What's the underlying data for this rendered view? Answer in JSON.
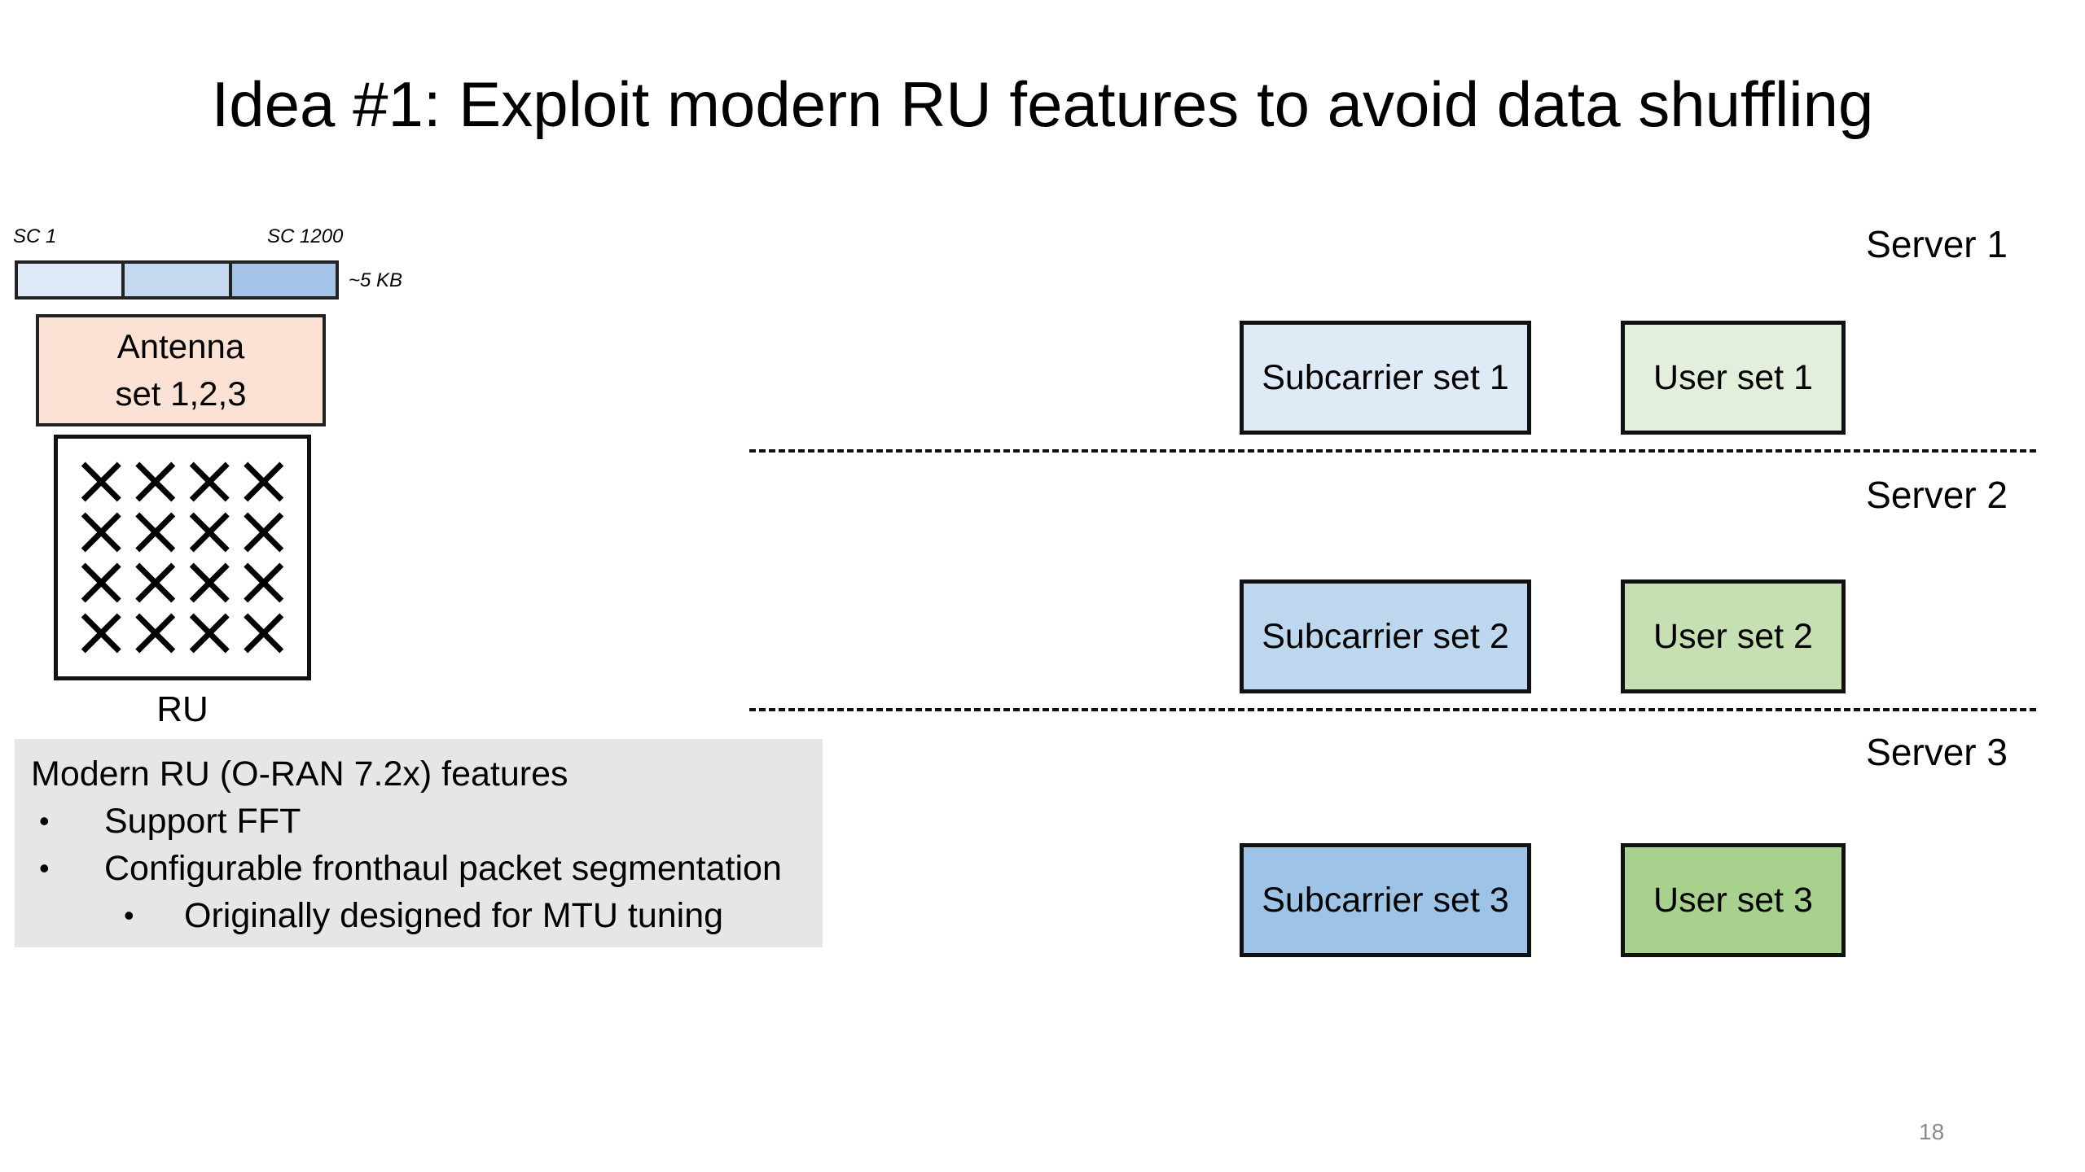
{
  "title": "Idea #1: Exploit modern RU features to avoid data shuffling",
  "subcarrier_strip": {
    "start_label": "SC 1",
    "end_label": "SC 1200",
    "size_label": "~5 KB",
    "cell_colors": [
      "#dde9f6",
      "#c4d9f0",
      "#a4c3e6"
    ]
  },
  "antenna": {
    "label": "Antenna\nset 1,2,3",
    "color": "#fbe2d4"
  },
  "ru": {
    "label": "RU",
    "antenna_rows": 4,
    "antenna_cols": 4,
    "antenna_symbol": "cross-icon"
  },
  "features": {
    "heading": "Modern RU (O-RAN 7.2x) features",
    "bullets": [
      {
        "level": 1,
        "text": "Support FFT"
      },
      {
        "level": 1,
        "text": "Configurable fronthaul packet segmentation"
      },
      {
        "level": 2,
        "text": "Originally designed for MTU tuning"
      }
    ],
    "bullet_symbol": "•"
  },
  "servers": [
    {
      "label": "Server 1",
      "subcarrier_set": "Subcarrier set 1",
      "user_set": "User set 1",
      "subcarrier_color": "#deebf7",
      "user_color": "#e2efda"
    },
    {
      "label": "Server 2",
      "subcarrier_set": "Subcarrier set 2",
      "user_set": "User set 2",
      "subcarrier_color": "#bdd7ee",
      "user_color": "#c6e0b4"
    },
    {
      "label": "Server 3",
      "subcarrier_set": "Subcarrier set 3",
      "user_set": "User set 3",
      "subcarrier_color": "#9dc3e6",
      "user_color": "#a9d18e"
    }
  ],
  "page_number": "18"
}
